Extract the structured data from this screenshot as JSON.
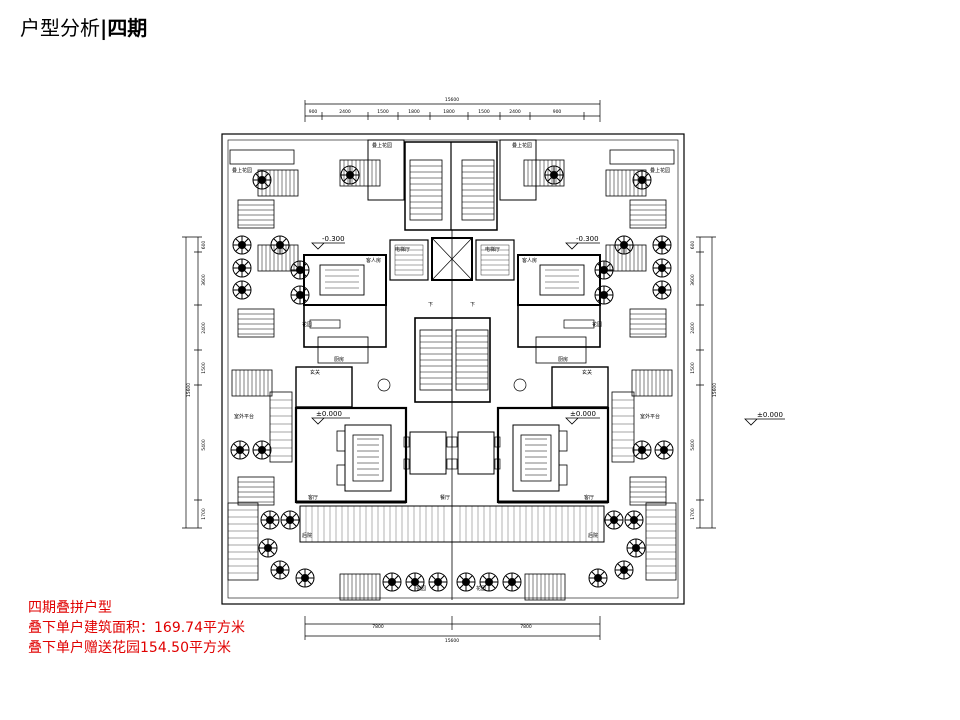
{
  "header": {
    "title_main": "户型分析",
    "title_separator": "|",
    "title_sub": "四期"
  },
  "caption": {
    "line1": "四期叠拼户型",
    "line2": "叠下单户建筑面积：169.74平方米",
    "line3": "叠下单户赠送花园154.50平方米"
  },
  "plan": {
    "dim_top_total": "15600",
    "dim_top": [
      "900",
      "2400",
      "1500",
      "1800",
      "1800",
      "1500",
      "2400",
      "900"
    ],
    "dim_bottom": [
      "7800",
      "7800"
    ],
    "dim_bottom_total": "15600",
    "dim_left": [
      "600",
      "3600",
      "2400",
      "1500",
      "5400",
      "1700"
    ],
    "dim_left_total": "15600",
    "dim_right": [
      "600",
      "3600",
      "2400",
      "1500",
      "5400",
      "1700"
    ],
    "dim_right_total": "15600",
    "elev_upper_left": "-0.300",
    "elev_upper_right": "-0.300",
    "elev_main_left": "±0.000",
    "elev_main_right": "±0.000",
    "elev_outside": "±0.000",
    "rooms": {
      "bedroom_left": "客人房",
      "bedroom_right": "客人房",
      "lift_hall_left": "电梯厅",
      "lift_hall_right": "电梯厅",
      "kitchen_left": "厨房",
      "kitchen_right": "厨房",
      "stair_left": "下",
      "stair_right": "下",
      "entry_left": "玄关",
      "entry_right": "玄关",
      "terrace_left": "室外平台",
      "terrace_right": "室外平台",
      "courtyard_left": "后院",
      "courtyard_right": "后院",
      "light_well_left": "叠上花园",
      "light_well_right": "叠上花园",
      "garden_top_left": "叠上花园",
      "garden_top_right": "叠上花园",
      "living_left": "客厅",
      "living_right": "客厅",
      "dining_center": "餐厅",
      "front_garden_left": "花园",
      "front_garden_right": "花园",
      "side_left": "花园",
      "side_right": "花园"
    }
  }
}
